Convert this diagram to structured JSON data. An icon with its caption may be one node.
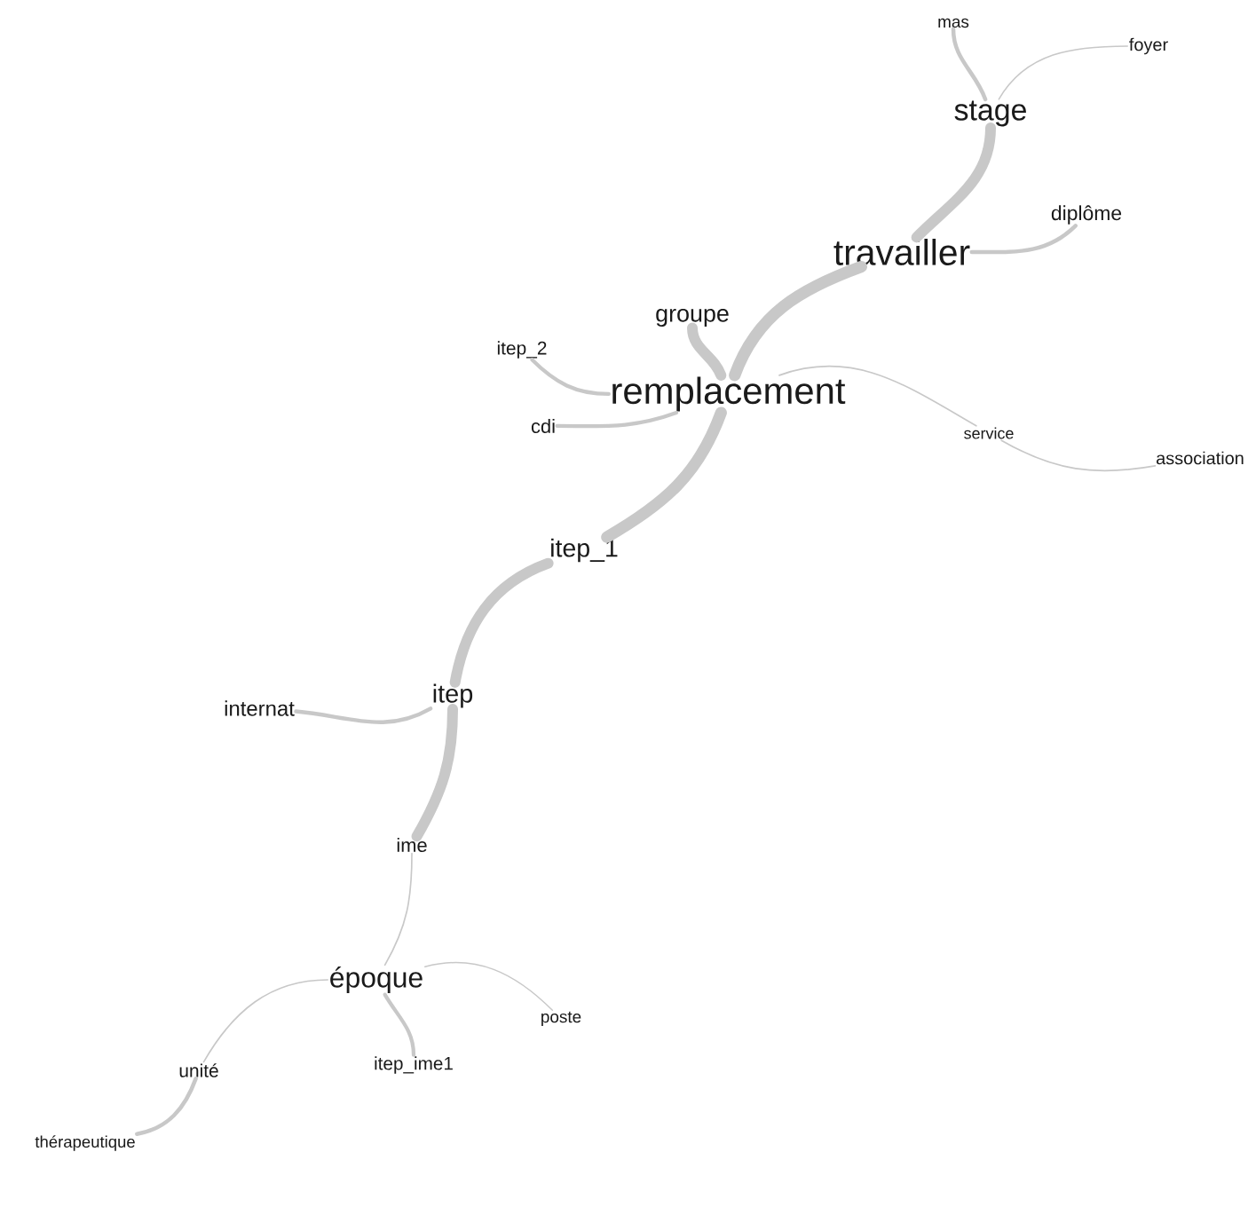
{
  "diagram": {
    "nodes": [
      {
        "text": [
          "mas"
        ]
      },
      {
        "text": [
          "foyer"
        ]
      },
      {
        "text": [
          "stage"
        ]
      },
      {
        "text": [
          "diplôme"
        ]
      },
      {
        "text": [
          "travailler"
        ]
      },
      {
        "text": [
          "groupe"
        ]
      },
      {
        "text": [
          "itep_2"
        ]
      },
      {
        "text": [
          "remplacement"
        ]
      },
      {
        "text": [
          "cdi"
        ]
      },
      {
        "text": [
          "service"
        ]
      },
      {
        "text": [
          "association"
        ]
      },
      {
        "text": [
          "itep_1"
        ]
      },
      {
        "text": [
          "internat"
        ]
      },
      {
        "text": [
          "itep"
        ]
      },
      {
        "text": [
          "ime"
        ]
      },
      {
        "text": [
          "époque"
        ]
      },
      {
        "text": [
          "poste"
        ]
      },
      {
        "text": [
          "unité"
        ]
      },
      {
        "text": [
          "itep_ime1"
        ]
      },
      {
        "text": [
          "thérapeutique"
        ]
      }
    ],
    "edges": [
      {
        "from": 2,
        "to": 0,
        "arrow": "none"
      },
      {
        "from": 2,
        "to": 1,
        "arrow": "none"
      },
      {
        "from": 2,
        "to": 4,
        "arrow": "none",
        "style": "thick"
      },
      {
        "from": 4,
        "to": 3,
        "arrow": "none"
      },
      {
        "from": 4,
        "to": 7,
        "arrow": "none",
        "style": "thick"
      },
      {
        "from": 7,
        "to": 5,
        "arrow": "none",
        "style": "thick"
      },
      {
        "from": 7,
        "to": 6,
        "arrow": "none"
      },
      {
        "from": 7,
        "to": 8,
        "arrow": "none"
      },
      {
        "from": 7,
        "to": 9,
        "arrow": "none"
      },
      {
        "from": 9,
        "to": 10,
        "arrow": "none"
      },
      {
        "from": 7,
        "to": 11,
        "arrow": "none",
        "style": "thick"
      },
      {
        "from": 11,
        "to": 13,
        "arrow": "none",
        "style": "thick"
      },
      {
        "from": 13,
        "to": 12,
        "arrow": "none"
      },
      {
        "from": 13,
        "to": 14,
        "arrow": "none",
        "style": "thick"
      },
      {
        "from": 14,
        "to": 15,
        "arrow": "none"
      },
      {
        "from": 15,
        "to": 16,
        "arrow": "none"
      },
      {
        "from": 15,
        "to": 17,
        "arrow": "none"
      },
      {
        "from": 17,
        "to": 19,
        "arrow": "none"
      },
      {
        "from": 15,
        "to": 18,
        "arrow": "none"
      }
    ]
  }
}
